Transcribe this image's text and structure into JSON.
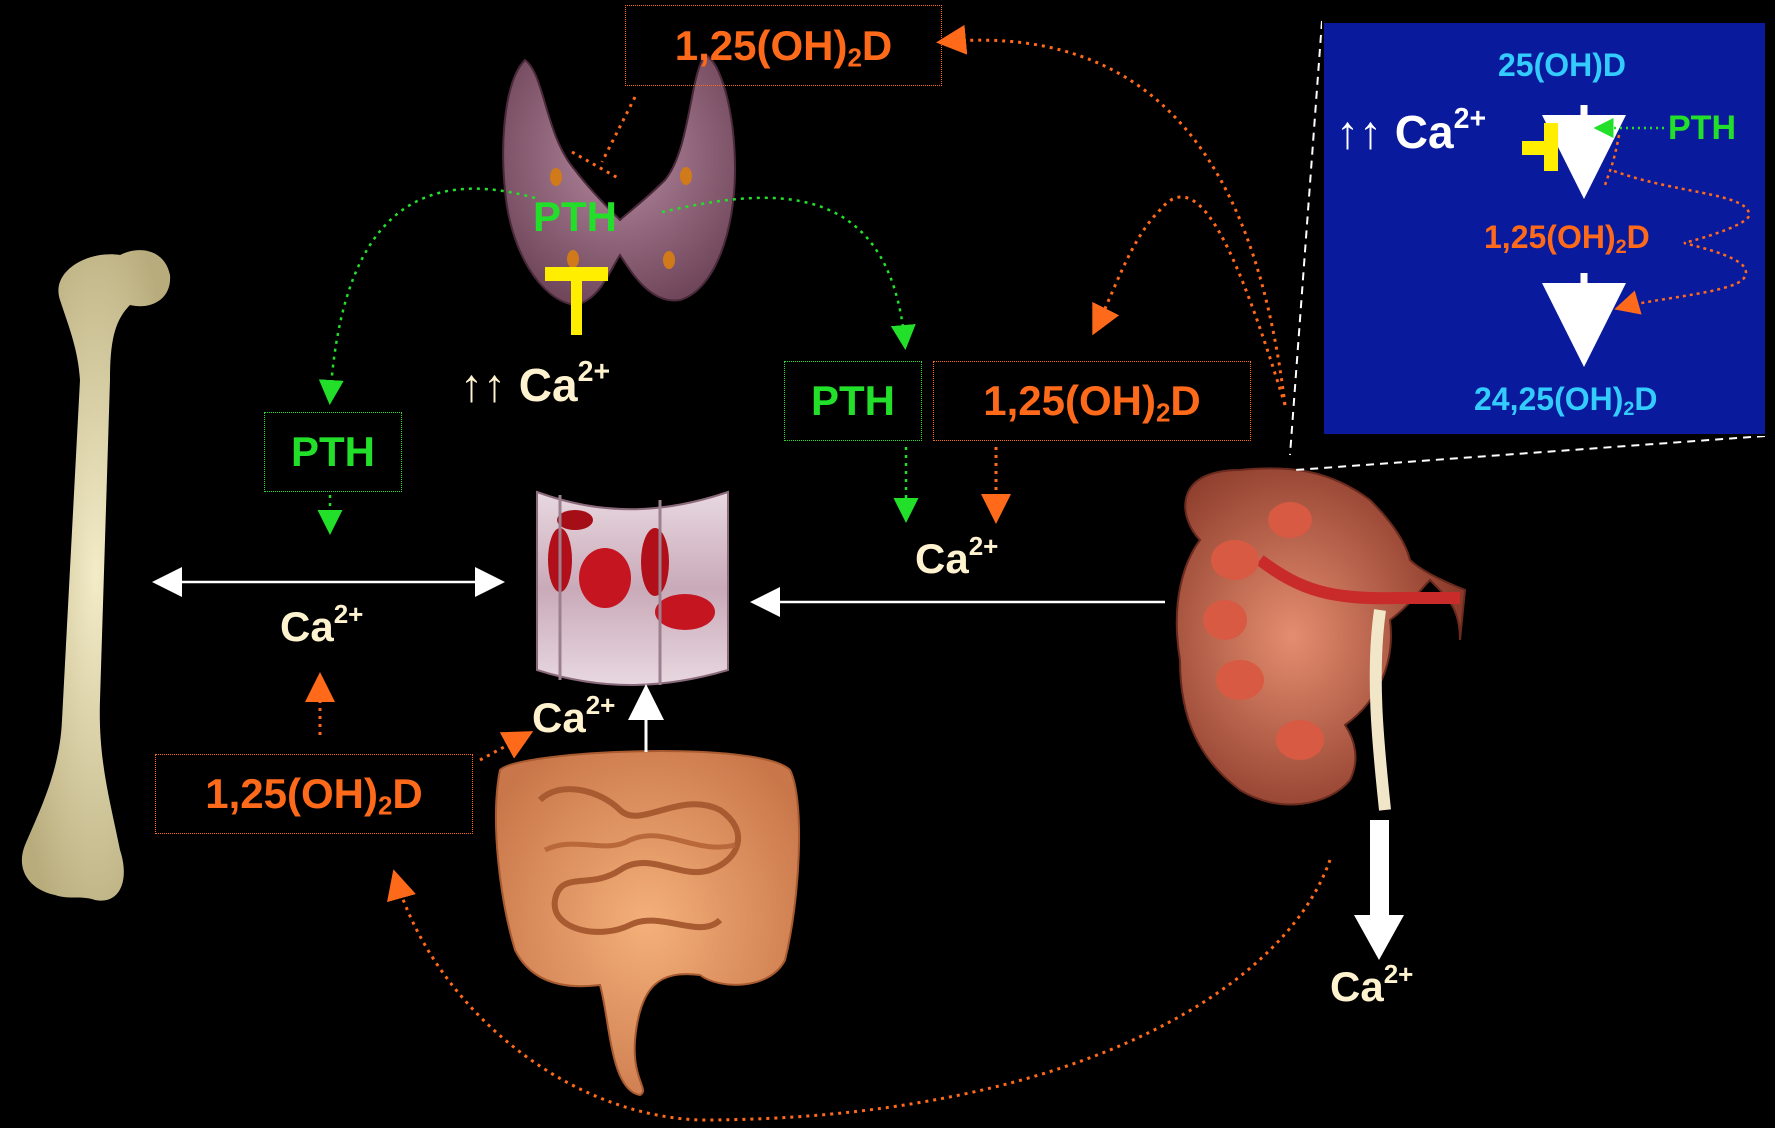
{
  "diagram": {
    "ca_label": "Ca",
    "ca_charge": "2+",
    "up_arrows": "↑↑",
    "pth": "PTH",
    "vitd_prefix": "1,25(OH)",
    "vitd_sub": "2",
    "vitd_suffix": "D",
    "inset": {
      "top": "25(OH)D",
      "bottom_prefix": "24,25(OH)",
      "bottom_sub": "2",
      "bottom_suffix": "D"
    }
  },
  "colors": {
    "background": "#000000",
    "vitamin_d": "#ff6a1a",
    "pth": "#22e02a",
    "calcium": "#fff3cf",
    "inhibition": "#ffee00",
    "inset_background": "#0a1a9c",
    "inset_text": "#33ccff"
  },
  "icons": [
    "femur-bone-icon",
    "parathyroid-gland-icon",
    "blood-vessel-icon",
    "intestine-icon",
    "kidney-icon"
  ]
}
